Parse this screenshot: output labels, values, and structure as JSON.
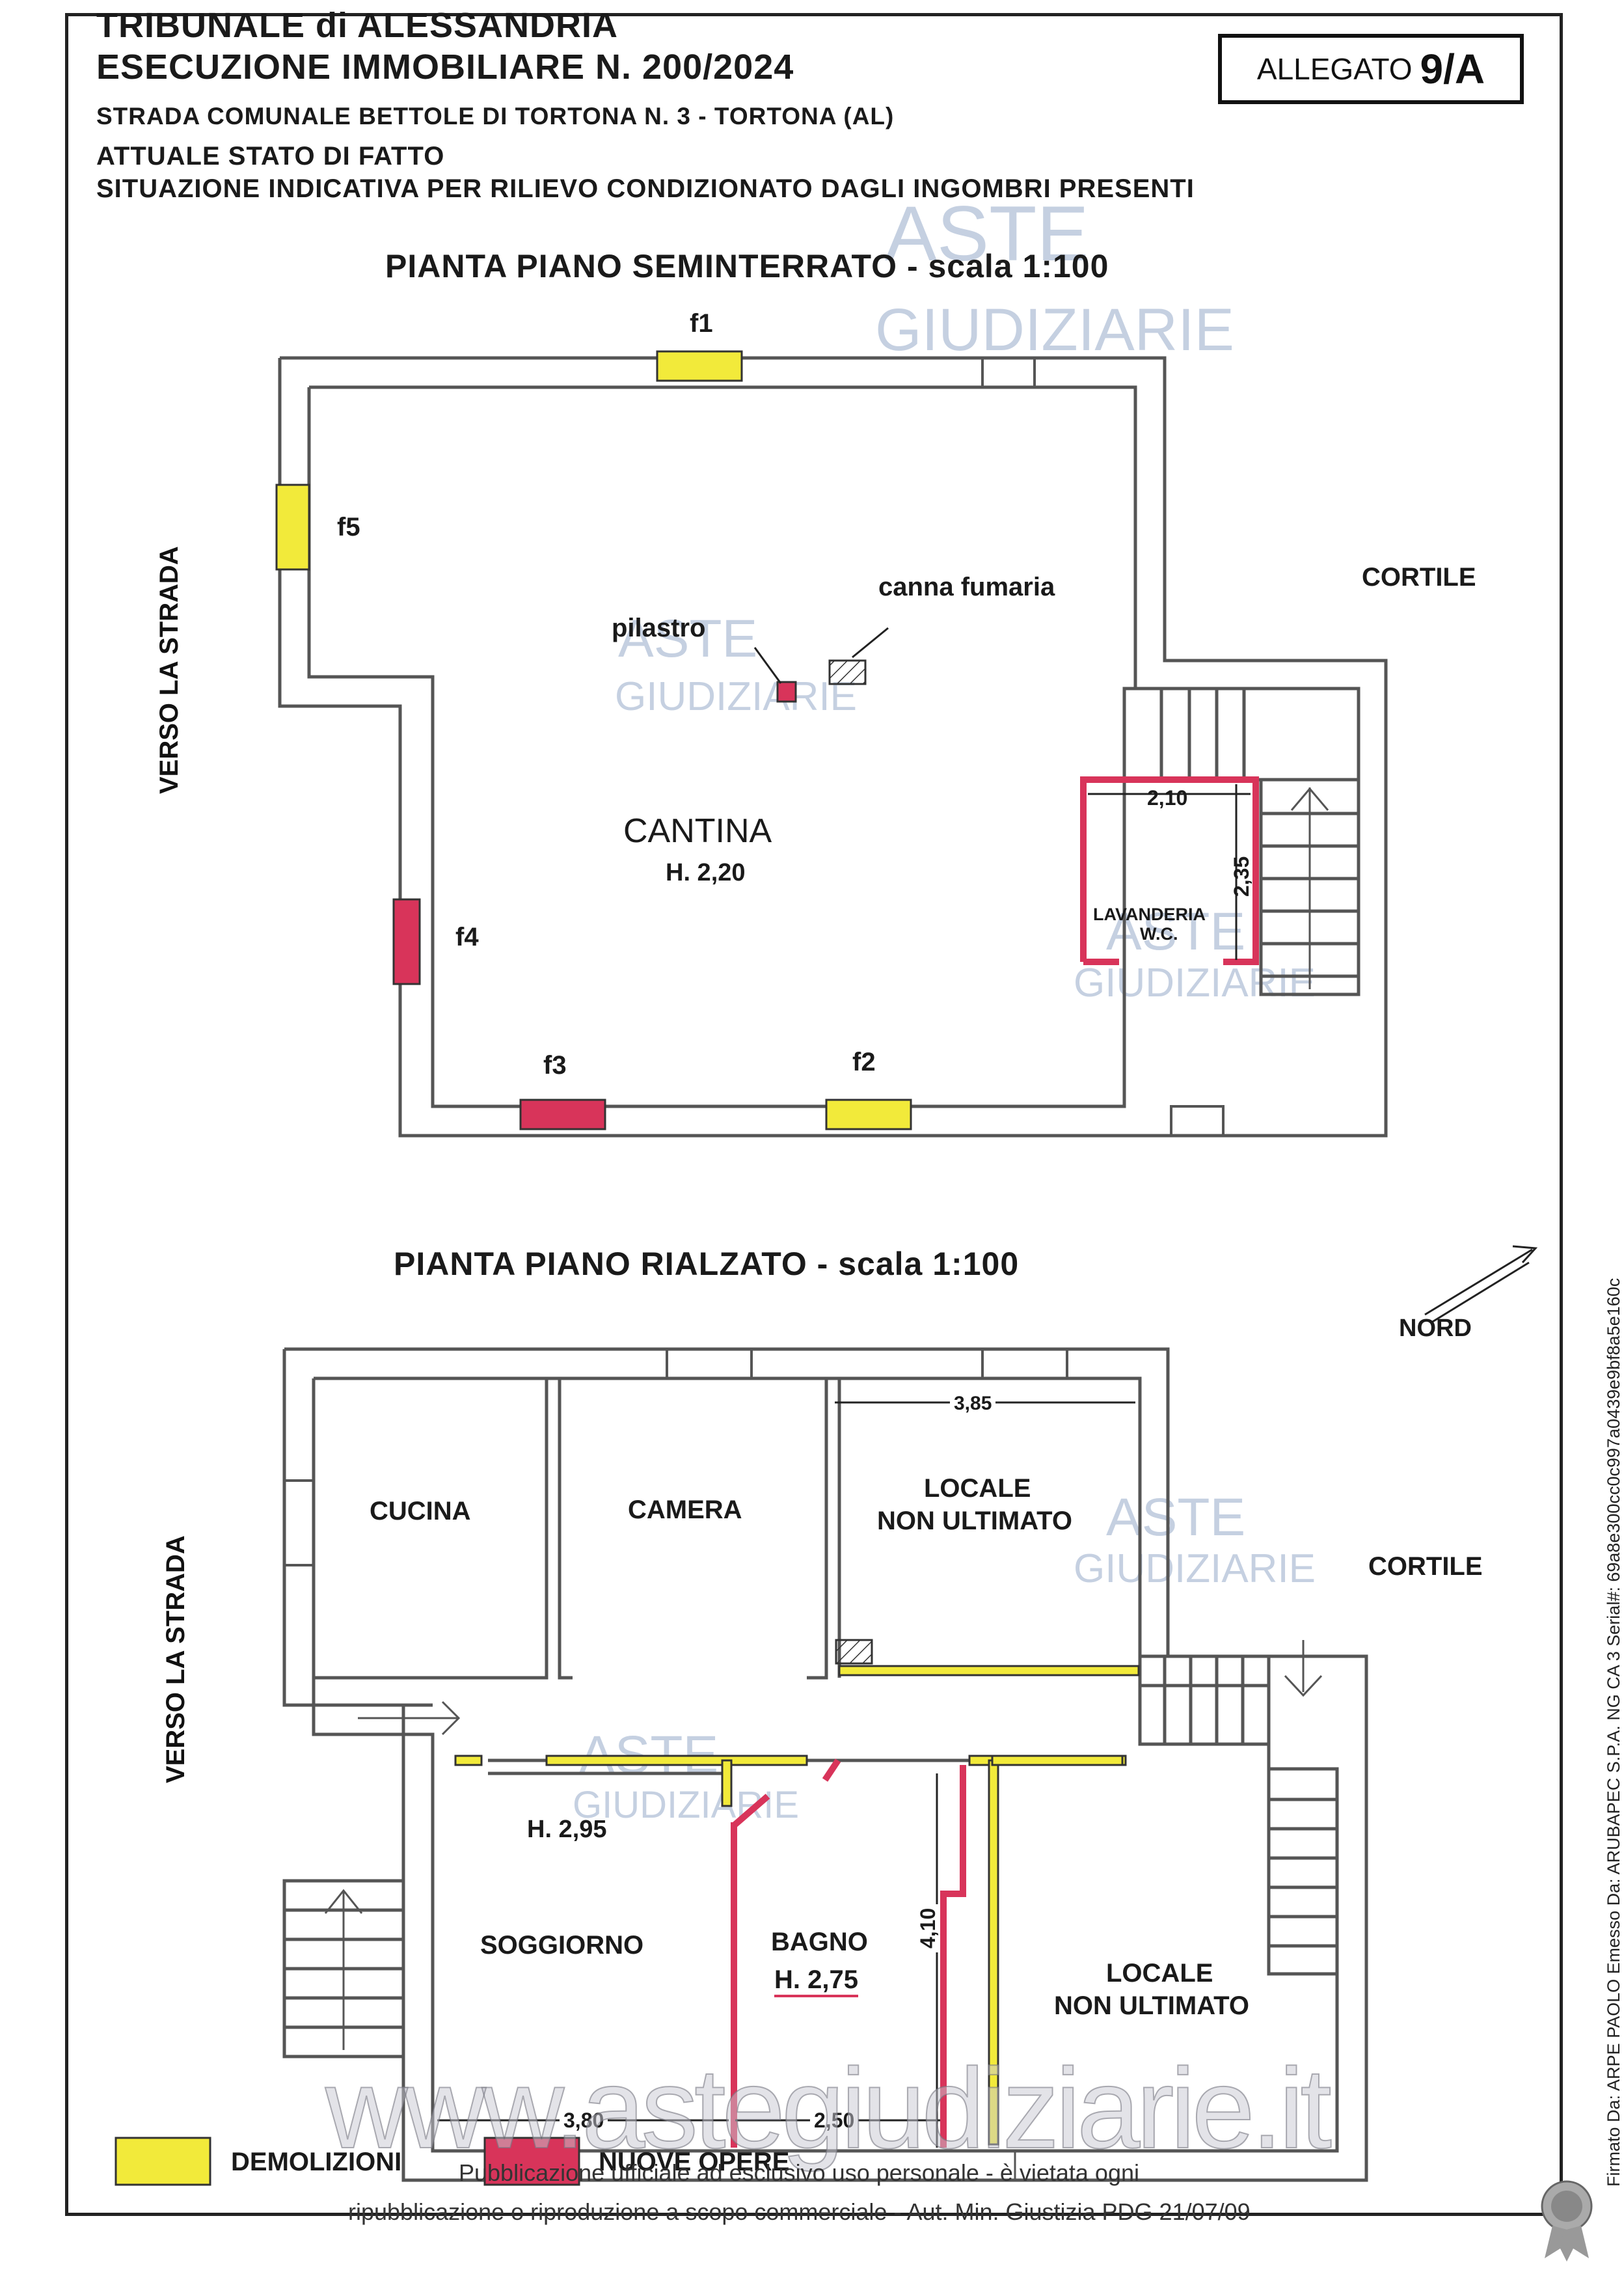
{
  "header": {
    "line1": "TRIBUNALE di ALESSANDRIA",
    "line2": "ESECUZIONE IMMOBILIARE N. 200/2024",
    "line3": "STRADA COMUNALE BETTOLE DI TORTONA N. 3 - TORTONA (AL)",
    "line4": "ATTUALE STATO DI FATTO",
    "line5": "SITUAZIONE INDICATIVA PER RILIEVO CONDIZIONATO DAGLI INGOMBRI PRESENTI"
  },
  "allegato": {
    "label": "ALLEGATO",
    "number": "9/A"
  },
  "colors": {
    "demolizioni": "#f2ea3a",
    "nuove_opere": "#d8345a",
    "walls": "#555555"
  },
  "basement": {
    "title": "PIANTA PIANO SEMINTERRATO - scala 1:100",
    "room": "CANTINA",
    "height": "H. 2,20",
    "pilastro": "pilastro",
    "canna": "canna fumaria",
    "lavanderia": "LAVANDERIA",
    "wc": "W.C.",
    "dim_w": "2,10",
    "dim_h": "2,35",
    "openings": {
      "f1": "f1",
      "f2": "f2",
      "f3": "f3",
      "f4": "f4",
      "f5": "f5"
    },
    "cortile": "CORTILE",
    "strada": "VERSO LA STRADA"
  },
  "ground": {
    "title": "PIANTA PIANO RIALZATO - scala 1:100",
    "cucina": "CUCINA",
    "camera": "CAMERA",
    "locale1_a": "LOCALE",
    "locale1_b": "NON ULTIMATO",
    "locale2_a": "LOCALE",
    "locale2_b": "NON ULTIMATO",
    "soggiorno": "SOGGIORNO",
    "bagno": "BAGNO",
    "bagno_h": "H. 2,75",
    "main_h": "H. 2,95",
    "dim_385": "3,85",
    "dim_380": "3,80",
    "dim_250": "2,50",
    "dim_410": "4,10",
    "cortile": "CORTILE",
    "strada": "VERSO LA STRADA",
    "nord": "NORD"
  },
  "legend": {
    "demolizioni": "DEMOLIZIONI",
    "nuove_opere": "NUOVE OPERE"
  },
  "footer": {
    "line1": "Pubblicazione ufficiale ad esclusivo uso personale - è vietata ogni",
    "line2": "ripubblicazione o riproduzione a scopo commerciale - Aut. Min. Giustizia PDG 21/07/09"
  },
  "signature": "Firmato Da: ARPE PAOLO Emesso Da: ARUBAPEC S.P.A. NG CA 3 Serial#: 69a8e300cc0c997a0439e9bf8a5e160c",
  "watermark": {
    "aste": "ASTE",
    "giudiziarie": "GIUDIZIARIE",
    "site": "www.astegiudiziarie.it"
  }
}
